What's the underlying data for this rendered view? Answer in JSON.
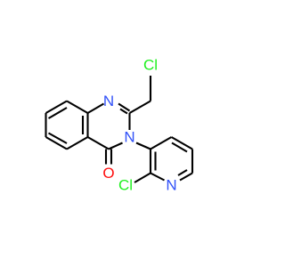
{
  "molecule": {
    "colors": {
      "bond": "#000000",
      "nitrogen": "#3050f8",
      "oxygen": "#ff0d0d",
      "chlorine": "#1ff01f"
    },
    "atom_labels": {
      "n1": "N",
      "n3": "N",
      "o4": "O",
      "cl_methyl": "Cl",
      "n_pyridine": "N",
      "cl_pyridine": "Cl"
    }
  }
}
